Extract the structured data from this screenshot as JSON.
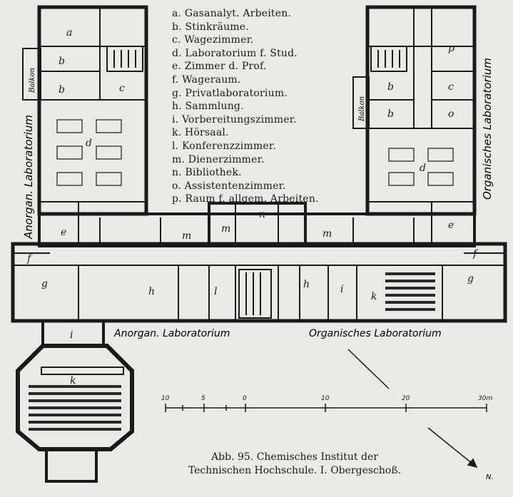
{
  "legend": [
    "a. Gasanalyt. Arbeiten.",
    "b. Stinkräume.",
    "c. Wagezimmer.",
    "d. Laboratorium f. Stud.",
    "e. Zimmer d. Prof.",
    "f. Wageraum.",
    "g. Privatlaboratorium.",
    "h. Sammlung.",
    "i. Vorbereitungszimmer.",
    "k. Hörsaal.",
    "l. Konferenzzimmer.",
    "m. Dienerzimmer.",
    "n. Bibliothek.",
    "o. Assistentenzimmer.",
    "p. Raum f. allgem. Arbeiten."
  ],
  "labels": {
    "anorg_vertical": "Anorgan. Laboratorium",
    "org_vertical": "Organisches Laboratorium",
    "anorg_horizontal": "Anorgan. Laboratorium",
    "org_horizontal": "Organisches Laboratorium",
    "balkon_left": "Balkon",
    "balkon_right": "Balkon",
    "north": "N."
  },
  "room_letters": {
    "a": "a",
    "b": "b",
    "c": "c",
    "d": "d",
    "e": "e",
    "f": "f",
    "g": "g",
    "h": "h",
    "i": "i",
    "k": "k",
    "l": "l",
    "m": "m",
    "n": "n",
    "o": "o",
    "p": "p"
  },
  "scale": {
    "ticks": [
      "10",
      "5",
      "0",
      "10",
      "20",
      "30m"
    ]
  },
  "caption": {
    "line1": "Abb. 95.  Chemisches Institut der",
    "line2": "Technischen Hochschule.  I. Obergeschoß."
  }
}
